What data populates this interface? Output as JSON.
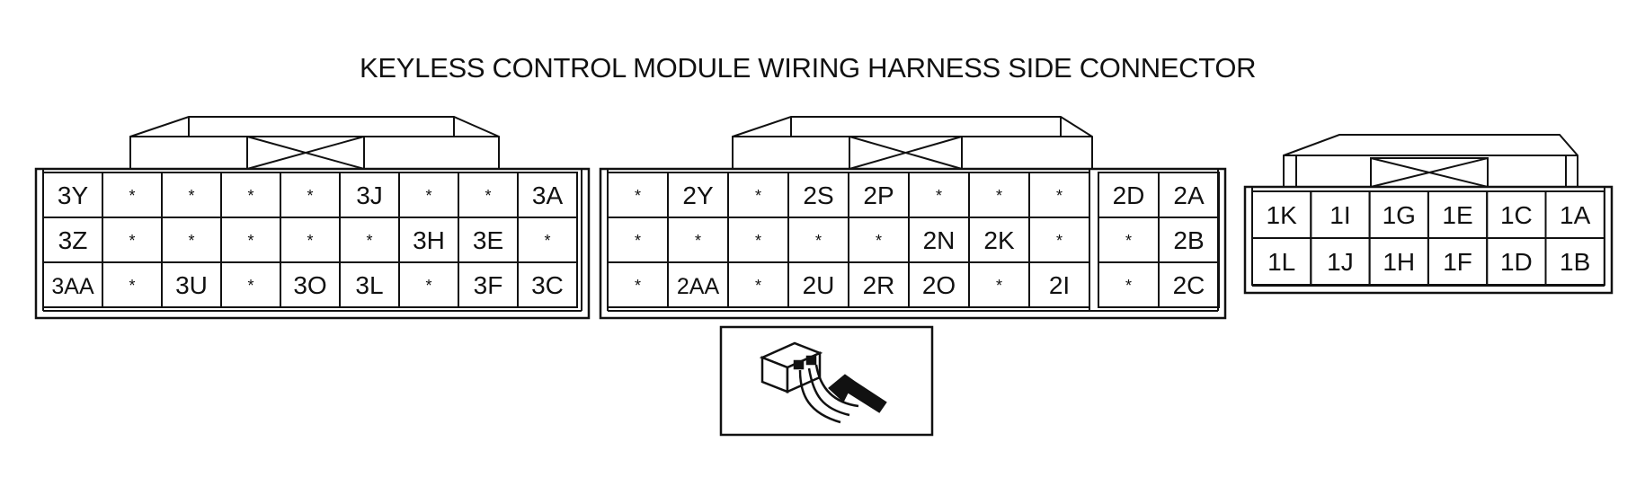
{
  "title": "KEYLESS CONTROL MODULE WIRING HARNESS SIDE CONNECTOR",
  "colors": {
    "ink": "#111111",
    "paper": "#ffffff"
  },
  "connectors": [
    {
      "id": "connector-3",
      "rows": [
        [
          "3Y",
          "*",
          "*",
          "*",
          "*",
          "3J",
          "*",
          "*",
          "3A"
        ],
        [
          "3Z",
          "*",
          "*",
          "*",
          "*",
          "*",
          "3H",
          "3E",
          "*"
        ],
        [
          "3AA",
          "*",
          "3U",
          "*",
          "3O",
          "3L",
          "*",
          "3F",
          "3C"
        ]
      ]
    },
    {
      "id": "connector-2",
      "rows": [
        [
          "*",
          "2Y",
          "*",
          "2S",
          "2P",
          "*",
          "*",
          "*",
          "2D",
          "2A"
        ],
        [
          "*",
          "*",
          "*",
          "*",
          "*",
          "2N",
          "2K",
          "*",
          "*",
          "2B"
        ],
        [
          "*",
          "2AA",
          "*",
          "2U",
          "2R",
          "2O",
          "*",
          "2I",
          "*",
          "2C"
        ]
      ]
    },
    {
      "id": "connector-1",
      "rows": [
        [
          "1K",
          "1I",
          "1G",
          "1E",
          "1C",
          "1A"
        ],
        [
          "1L",
          "1J",
          "1H",
          "1F",
          "1D",
          "1B"
        ]
      ]
    }
  ],
  "view_icon": "harness-side-view-icon"
}
